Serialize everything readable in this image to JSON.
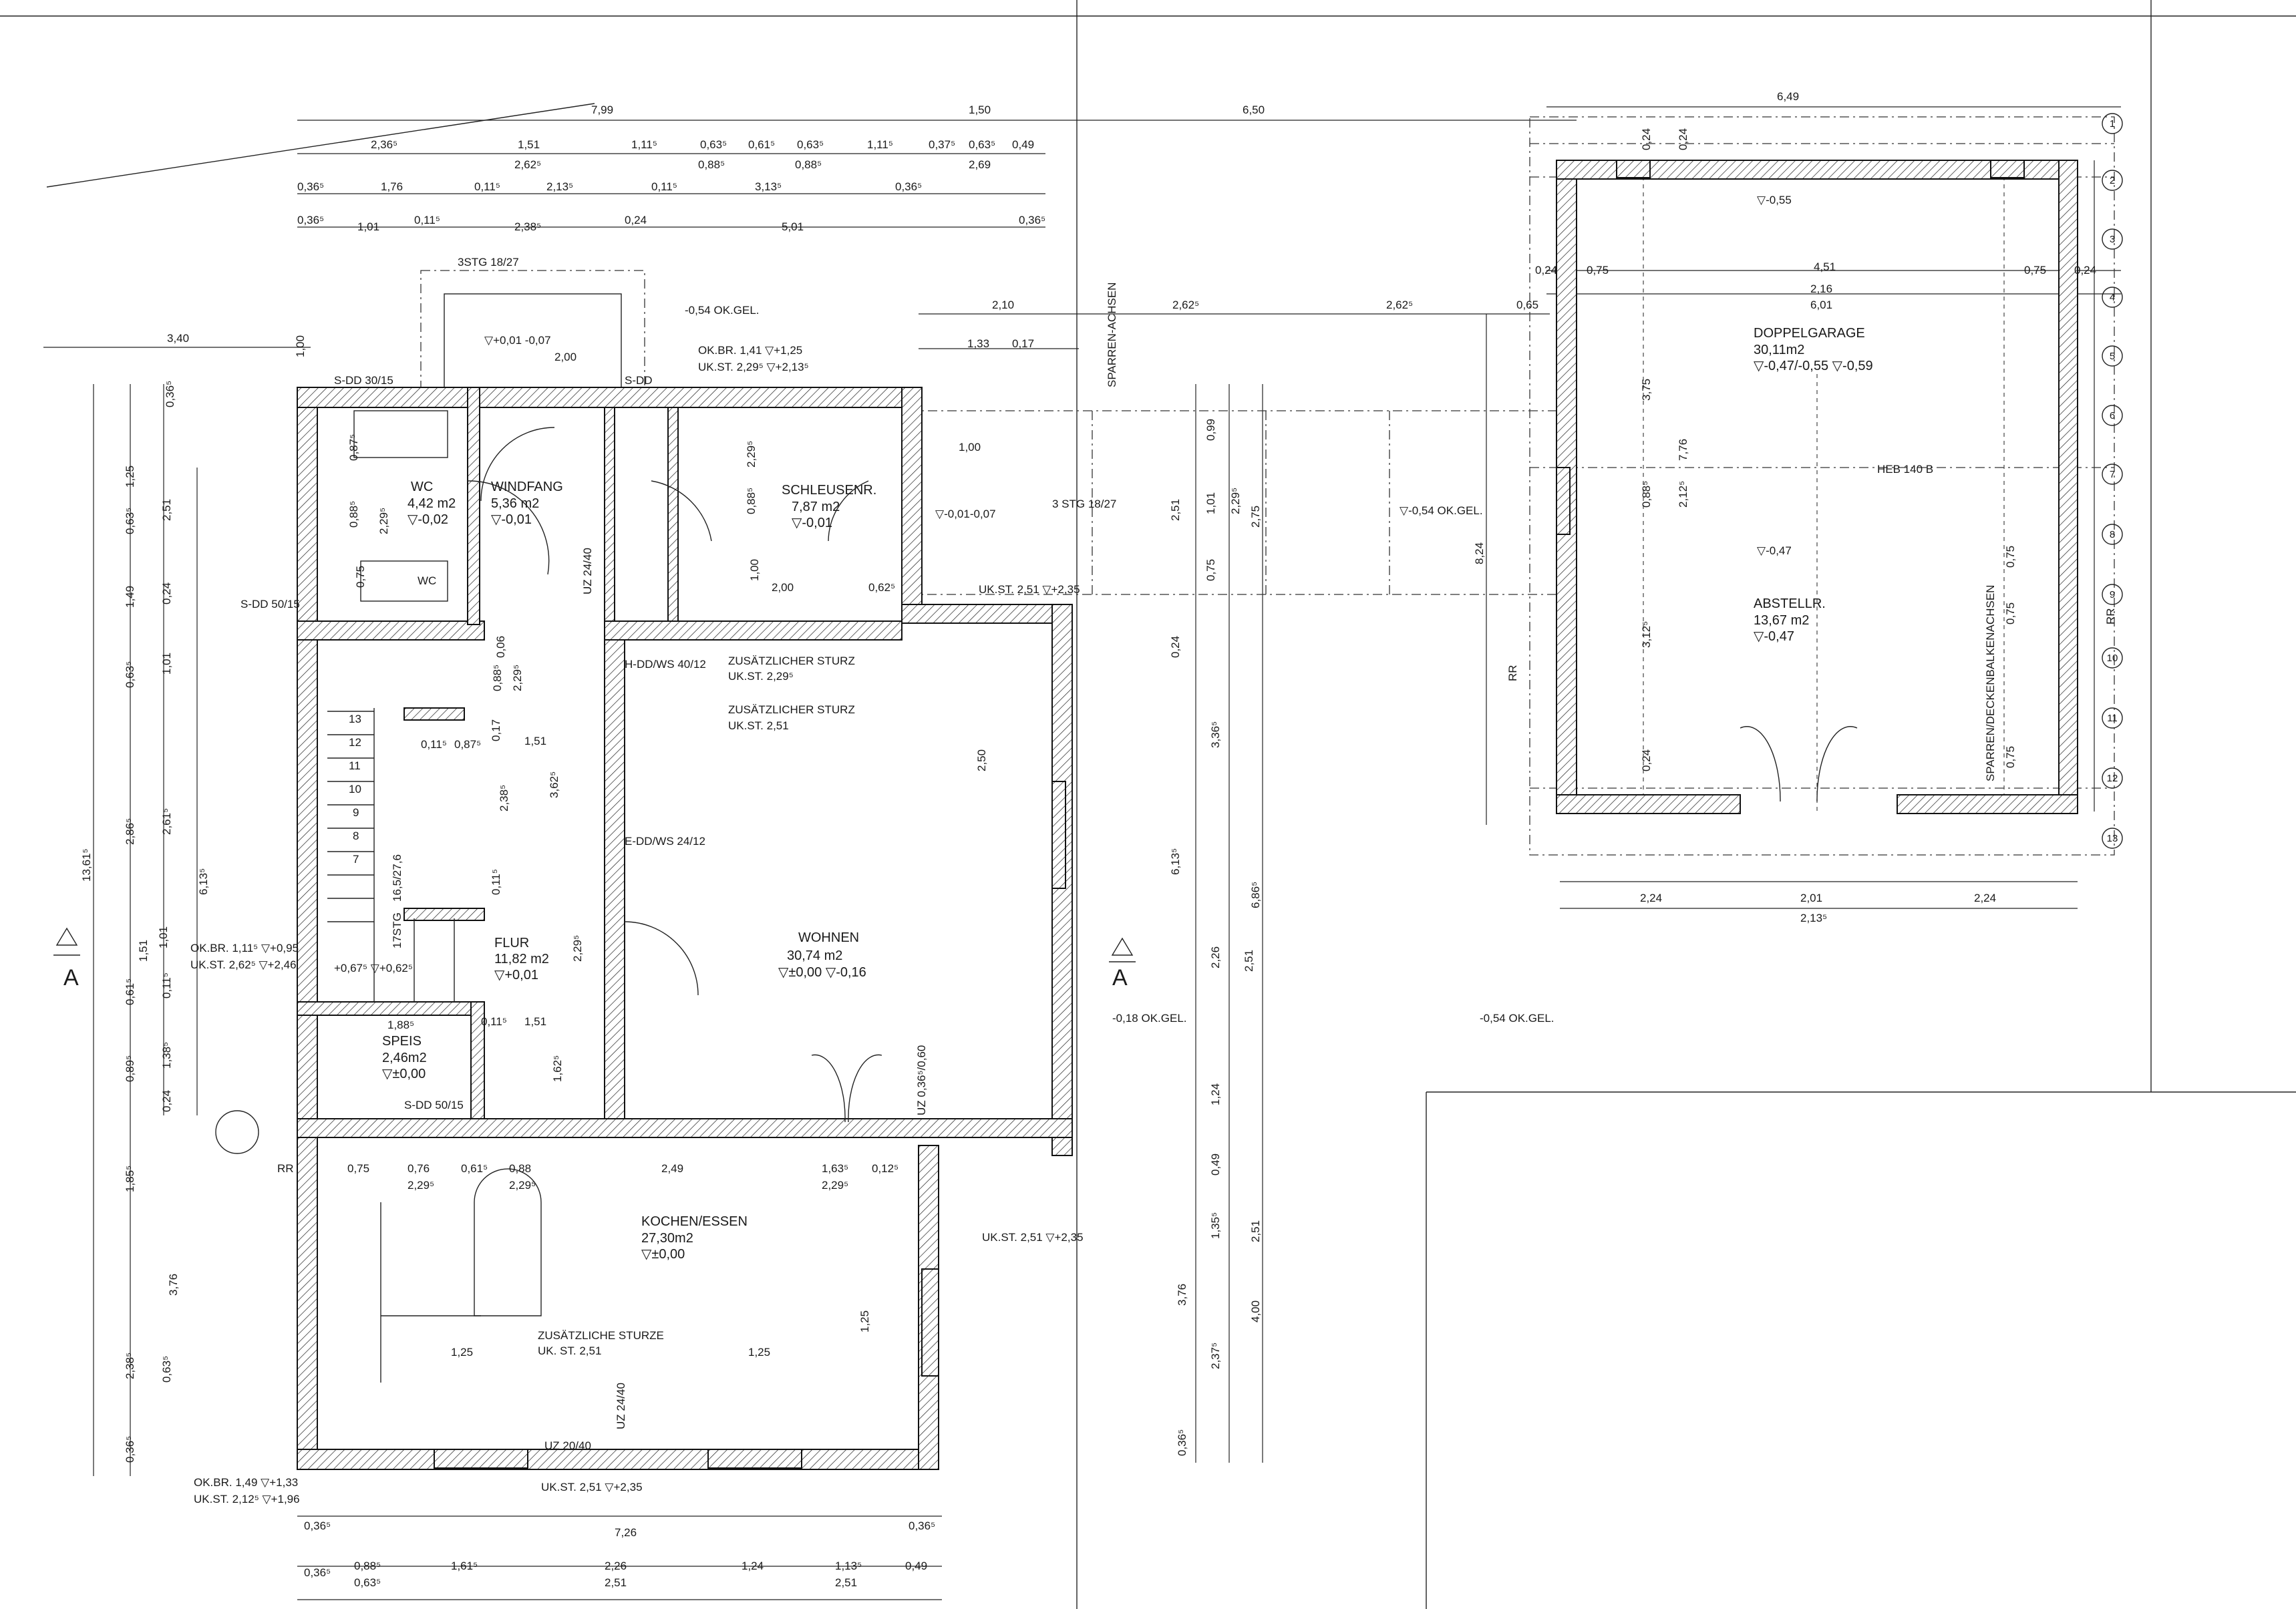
{
  "dims": {
    "total_1": "7,99",
    "total_2": "1,50",
    "total_3": "6,50",
    "garage_total": "6,49",
    "top_a": [
      "2,36⁵",
      "1,51",
      "1,11⁵",
      "0,63⁵",
      "0,61⁵",
      "0,63⁵",
      "1,11⁵",
      "0,37⁵",
      "0,63⁵",
      "0,49"
    ],
    "top_b": [
      "2,62⁵",
      "0,88⁵",
      "0,88⁵",
      "2,69"
    ],
    "top_c": [
      "0,36⁵",
      "1,76",
      "0,11⁵",
      "2,13⁵",
      "0,11⁵",
      "3,13⁵",
      "0,36⁵"
    ],
    "top_d": [
      "0,36⁵",
      "1,01",
      "0,11⁵",
      "2,38⁵",
      "0,24",
      "5,01",
      "0,36⁵"
    ],
    "mid": [
      "2,10",
      "2,62⁵",
      "2,62⁵",
      "0,65",
      "1,33",
      "0,17"
    ],
    "left_a": [
      "1,25",
      "0,63⁵",
      "1,49",
      "0,63⁵",
      "2,86⁵",
      "1,01",
      "0,61⁵",
      "0,89⁵",
      "1,85⁵",
      "3,76",
      "2,38⁵",
      "0,36⁵"
    ],
    "left_b": [
      "2,51",
      "0,24",
      "1,01",
      "2,61⁵",
      "1,51",
      "0,11⁵",
      "1,38⁵",
      "0,24",
      "0,63⁵"
    ],
    "left_c": [
      "3,40",
      "1,00",
      "0,36⁵",
      "6,13⁵",
      "13,61⁵"
    ],
    "right_a": [
      "0,99",
      "2,51",
      "0,75",
      "0,24",
      "3,36⁵",
      "6,13⁵",
      "2,26",
      "2,51",
      "1,24",
      "0,49",
      "1,35⁵",
      "3,76",
      "2,37⁵",
      "0,36⁵"
    ],
    "right_b": [
      "2,29⁵",
      "1,01",
      "2,75",
      "2,51",
      "6,86⁵",
      "4,00"
    ],
    "bottom_a": [
      "0,36⁵",
      "7,26",
      "0,36⁵"
    ],
    "bottom_b": [
      "0,36⁵",
      "0,88⁵",
      "1,61⁵",
      "2,26",
      "1,24",
      "1,13⁵",
      "0,49"
    ],
    "bottom_c": [
      "0,63⁵",
      "2,51",
      "2,51"
    ],
    "garage_top": [
      "0,24",
      "0,75",
      "4,51",
      "0,75",
      "0,24",
      "2,16",
      "6,01"
    ],
    "garage_right": [
      "0,24",
      "0,24",
      "3,75",
      "7,76",
      "0,88⁵",
      "2,12⁵",
      "3,12⁵",
      "0,24",
      "8,24",
      "0,75",
      "0,75",
      "0,75"
    ],
    "garage_bottom": [
      "2,24",
      "2,01",
      "2,24",
      "2,13⁵"
    ],
    "stair_steps": [
      "13",
      "12",
      "11",
      "10",
      "9",
      "8",
      "7"
    ],
    "kitchen": [
      "0,75",
      "0,76",
      "0,61⁵",
      "0,88",
      "2,49",
      "1,63⁵",
      "0,12⁵",
      "2,29⁵",
      "2,29⁵",
      "2,29⁵",
      "1,25",
      "1,25",
      "1,25"
    ],
    "hall": [
      "1,51",
      "3,62⁵",
      "2,38⁵",
      "0,11⁵",
      "0,87⁵",
      "0,17",
      "0,11⁵",
      "2,29⁵",
      "1,51",
      "1,62⁵",
      "0,11⁵",
      "1,88⁵",
      "2,00",
      "1,00",
      "0,62⁵",
      "0,88⁵",
      "2,29⁵",
      "0,87⁵",
      "0,88⁵",
      "2,29⁵",
      "0,75",
      "0,06",
      "0,88⁵",
      "2,29⁵",
      "1,00"
    ],
    "wohnen_inner": [
      "2,50",
      "UZ 0,36⁵/0,60"
    ]
  },
  "labels": {
    "stair_top": "3STG 18/27",
    "lvl_top": "-0,54 OK.GEL.",
    "lvl_entry": "▽+0,01 -0,07",
    "okbr1": "OK.BR. 1,41  ▽+1,25",
    "ukst1": "UK.ST. 2,29⁵ ▽+2,13⁵",
    "sdd_1": "S-DD 30/15",
    "sdd_2": "S-DD",
    "sdd_3": "S-DD 50/15",
    "sdd_4": "S-DD 50/15",
    "sparren": "SPARREN-ACHSEN",
    "stair_right": "3 STG 18/27",
    "lvl_terrace": "▽-0,01-0,07",
    "uk_terrace": "UK.ST. 2,51 ▽+2,35",
    "lvl_garden": "▽-0,54 OK.GEL.",
    "hdd": "H-DD/WS 40/12",
    "sturz1": "ZUSÄTZLICHER STURZ",
    "sturz1_uk": "UK.ST. 2,29⁵",
    "sturz2": "ZUSÄTZLICHER STURZ",
    "sturz2_uk": "UK.ST. 2,51",
    "edd": "E-DD/WS 24/12",
    "uz_ws": "UZ 24/40",
    "okbr2": "OK.BR. 1,11⁵ ▽+0,95",
    "ukst2": "UK.ST. 2,62⁵ ▽+2,46",
    "lvl_flur_left": "+0,67⁵  ▽+0,62⁵",
    "stg_1": "17STG",
    "stg_2": "16,5/27,6",
    "section_a": "A",
    "lvl_right": "-0,18 OK.GEL.",
    "lvl_far": "-0,54 OK.GEL.",
    "rr_1": "RR",
    "rr_2": "RR",
    "rr_3": "RR",
    "uk_kitchen": "UK.ST. 2,51 ▽+2,35",
    "sturze": "ZUSÄTZLICHE STURZE",
    "sturze_uk": "UK. ST. 2,51",
    "uz_kitchen": "UZ 24/40",
    "uz_bottom": "UZ 20/40",
    "okbr3": "OK.BR. 1,49 ▽+1,33",
    "ukst3": "UK.ST. 2,12⁵ ▽+1,96",
    "uk_bottom": "UK.ST. 2,51 ▽+2,35",
    "lvl_garage_top": "▽-0,55",
    "heb": "HEB 140 B",
    "lvl_garage_mid": "▽-0,47",
    "sparren_v": "SPARREN/DECKENBALKENACHSEN",
    "wc_sym": "WC"
  },
  "rooms": {
    "wc": {
      "name": "WC",
      "area": "4,42 m2",
      "level": "▽-0,02"
    },
    "windfang": {
      "name": "WINDFANG",
      "area": "5,36 m2",
      "level": "▽-0,01"
    },
    "schleusenr": {
      "name": "SCHLEUSENR.",
      "area": "7,87 m2",
      "level": "▽-0,01"
    },
    "wohnen": {
      "name": "WOHNEN",
      "area": "30,74 m2",
      "level": "▽±0,00 ▽-0,16"
    },
    "flur": {
      "name": "FLUR",
      "area": "11,82 m2",
      "level": "▽+0,01"
    },
    "speis": {
      "name": "SPEIS",
      "area": "2,46m2",
      "level": "▽±0,00"
    },
    "kochen": {
      "name": "KOCHEN/ESSEN",
      "area": "27,30m2",
      "level": "▽±0,00"
    },
    "garage": {
      "name": "DOPPELGARAGE",
      "area": "30,11m2",
      "level": "▽-0,47/-0,55 ▽-0,59"
    },
    "abstell": {
      "name": "ABSTELLR.",
      "area": "13,67 m2",
      "level": "▽-0,47"
    }
  },
  "axes": [
    "1",
    "2",
    "3",
    "4",
    "5",
    "6",
    "7",
    "8",
    "9",
    "10",
    "11",
    "12",
    "13"
  ]
}
